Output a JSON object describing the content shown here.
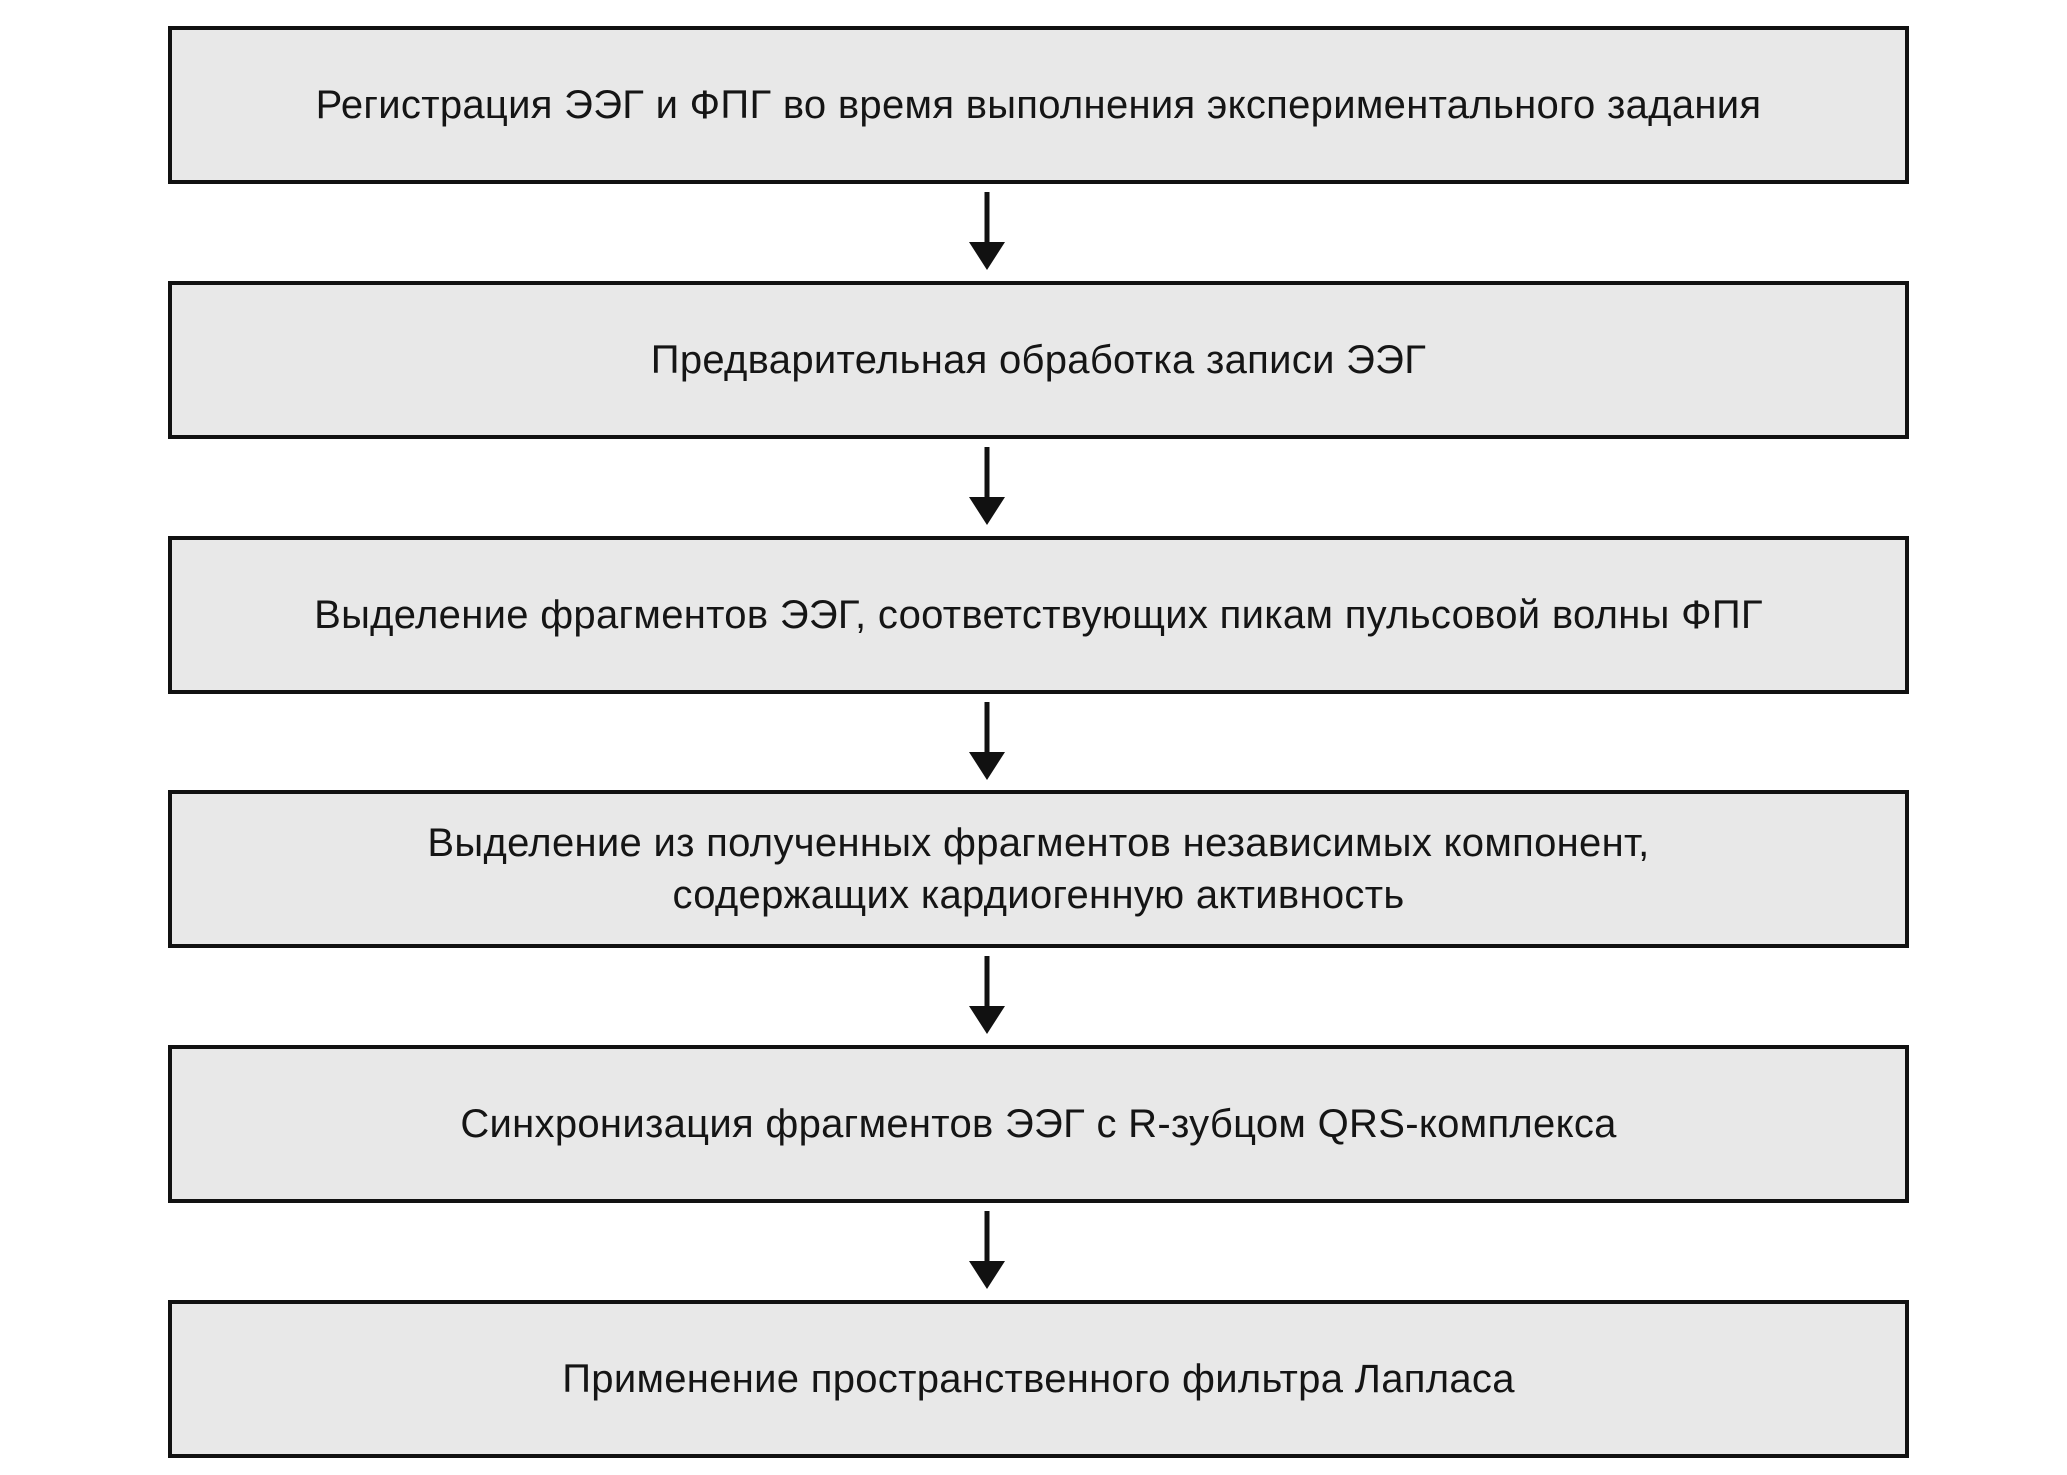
{
  "steps": [
    {
      "text": "Регистрация ЭЭГ и ФПГ во время выполнения экспериментального задания"
    },
    {
      "text": "Предварительная обработка записи ЭЭГ"
    },
    {
      "text": "Выделение фрагментов ЭЭГ, соответствующих пикам пульсовой волны ФПГ"
    },
    {
      "text": "Выделение из полученных фрагментов независимых компонент,\nсодержащих кардиогенную активность"
    },
    {
      "text": "Синхронизация фрагментов ЭЭГ с R-зубцом QRS-комплекса"
    },
    {
      "text": "Применение пространственного фильтра Лапласа"
    }
  ],
  "colors": {
    "box_fill": "#e8e8e8",
    "box_border": "#111111",
    "arrow": "#111111",
    "text": "#151515"
  }
}
